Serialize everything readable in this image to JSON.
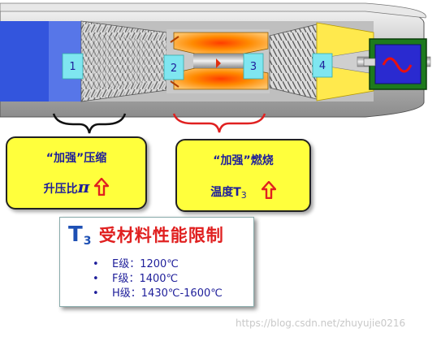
{
  "engine": {
    "stations": [
      "1",
      "2",
      "3",
      "4"
    ]
  },
  "callouts": {
    "compressor": {
      "line1": "“加强”压缩",
      "line2": "升压比",
      "symbol": "π"
    },
    "combustor": {
      "line1": "“加强”燃烧",
      "line2": "温度T",
      "subscript": "3"
    }
  },
  "info": {
    "title_symbol": "T",
    "title_subscript": "3",
    "title_text": " 受材料性能限制",
    "items": [
      "E级：1200℃",
      "F级：1400℃",
      "H级：1430℃-1600℃"
    ]
  },
  "watermark": "https://blog.csdn.net/zhuyujie0216",
  "colors": {
    "inlet": "#3355dd",
    "combustor_flame": "#f5a623",
    "exhaust": "#ffe94d",
    "callout_fill": "#ffff3c",
    "bracket_black": "#111111",
    "bracket_red": "#e02020",
    "text_blue": "#1e1e9a",
    "title_red": "#e02020"
  }
}
